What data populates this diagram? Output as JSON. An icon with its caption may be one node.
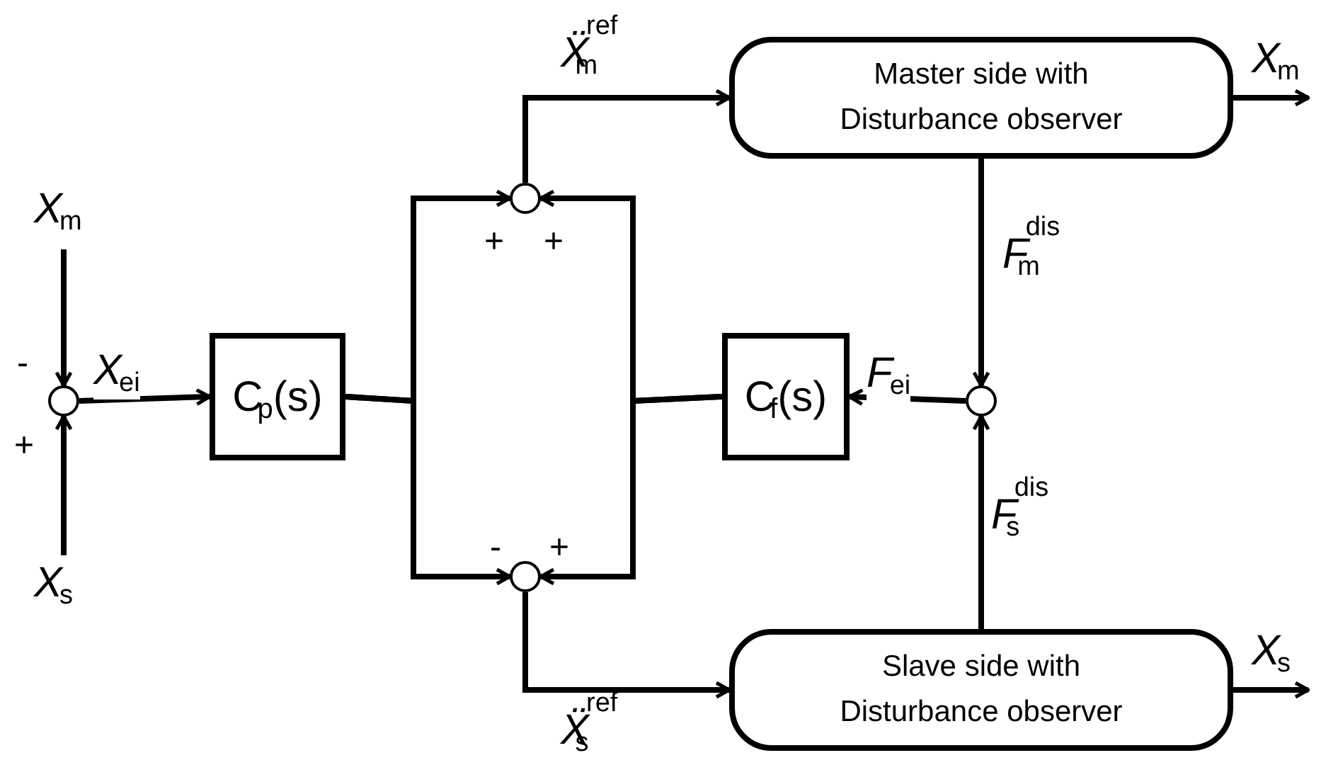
{
  "diagram": {
    "nodes": [
      {
        "text": [],
        "shape": "circle"
      },
      {
        "text": [
          "C$_{p}$(s)"
        ]
      },
      {
        "text": [],
        "shape": "circle"
      },
      {
        "text": [],
        "shape": "circle"
      },
      {
        "text": [
          "Master side with Disturbance observer"
        ]
      },
      {
        "text": [
          "Slave side with Disturbance observer"
        ]
      },
      {
        "text": [
          "C$_{f}$(s)"
        ]
      },
      {
        "text": [],
        "shape": "circle"
      }
    ],
    "edges": [
      {
        "from": null,
        "to": 0,
        "arrow": "to",
        "label": "*X*$_{m}$"
      },
      {
        "from": null,
        "to": 0,
        "arrow": "to",
        "label": "*X*$_{s}$"
      },
      {
        "from": 0,
        "to": 1,
        "arrow": "to",
        "label": "*X*$_{ei}$"
      },
      {
        "from": 1,
        "to": 2,
        "arrow": "to"
      },
      {
        "from": 1,
        "to": 3,
        "arrow": "to"
      },
      {
        "from": 6,
        "to": 2,
        "arrow": "to"
      },
      {
        "from": 6,
        "to": 3,
        "arrow": "to"
      },
      {
        "from": 2,
        "to": 4,
        "arrow": "to",
        "label": "*Ẍ*$^{ref}$$_{m}$"
      },
      {
        "from": 3,
        "to": 5,
        "arrow": "to",
        "label": "*Ẍ*$^{ref}$$_{s}$"
      },
      {
        "from": 4,
        "to": 7,
        "arrow": "to",
        "label": "*F*$^{dis}$$_{m}$"
      },
      {
        "from": 5,
        "to": 7,
        "arrow": "to",
        "label": "*F*$^{dis}$$_{s}$"
      },
      {
        "from": 7,
        "to": 6,
        "arrow": "to",
        "label": "*F*$_{ei}$"
      },
      {
        "from": 4,
        "to": null,
        "arrow": "to",
        "label": "*X*$_{m}$"
      },
      {
        "from": 5,
        "to": null,
        "arrow": "to",
        "label": "*X*$_{s}$"
      }
    ],
    "labels": [
      "+",
      "+",
      "-",
      "+",
      "-",
      "+"
    ]
  }
}
